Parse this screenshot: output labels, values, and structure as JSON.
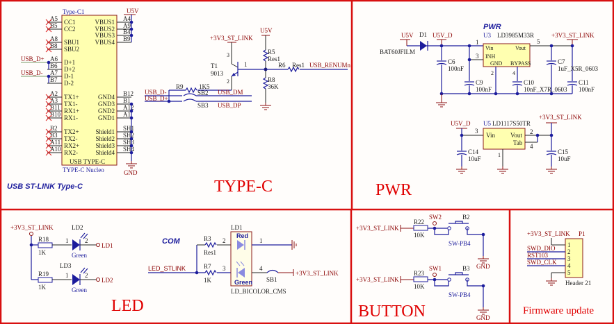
{
  "typec": {
    "designator": "Type-C1",
    "part": "USB TYPE-C",
    "comment": "TYPE-C Nucleo",
    "power": "U5V",
    "ground": "GND",
    "left_pins": [
      [
        "A5",
        "CC1"
      ],
      [
        "B5",
        "CC2"
      ],
      [
        "A8",
        "SBU1"
      ],
      [
        "B8",
        "SBU2"
      ],
      [
        "A6",
        "D+1"
      ],
      [
        "B6",
        "D+2"
      ],
      [
        "A7",
        "D-1"
      ],
      [
        "B7",
        "D-2"
      ],
      [
        "A2",
        "TX1+"
      ],
      [
        "A3",
        "TX1-"
      ],
      [
        "B11",
        "RX1+"
      ],
      [
        "B10",
        "RX1-"
      ],
      [
        "B2",
        "TX2+"
      ],
      [
        "B3",
        "TX2-"
      ],
      [
        "A11",
        "RX2+"
      ],
      [
        "A10",
        "RX2-"
      ]
    ],
    "right_pins": [
      [
        "A4",
        "VBUS1"
      ],
      [
        "A9",
        "VBUS2"
      ],
      [
        "B4",
        "VBUS3"
      ],
      [
        "B9",
        "VBUS4"
      ],
      [
        "B12",
        "GND4"
      ],
      [
        "B1",
        "GND3"
      ],
      [
        "A12",
        "GND2"
      ],
      [
        "A1",
        "GND1"
      ],
      [
        "SH1",
        "Shield1"
      ],
      [
        "SH2",
        "Shield2"
      ],
      [
        "SH3",
        "Shield3"
      ],
      [
        "SH4",
        "Shield4"
      ]
    ],
    "net_dp": "USB_D+",
    "net_dm": "USB_D-",
    "caption": "USB ST-LINK Type-C",
    "title": "TYPE-C"
  },
  "renum": {
    "supply": "+3V3_ST_LINK",
    "u5v": "U5V",
    "t1": "T1",
    "t1_part": "9013",
    "base_pin": "1",
    "collector_pin": "3",
    "emitter_pin": "2",
    "r5": "R5",
    "r5_val": "Res1",
    "r8": "R8",
    "r8_val": "36K",
    "r6": "R6",
    "r6_val": "Res1",
    "net_renum": "USB_RENUMn",
    "r9": "R9",
    "r9_val": "1K5",
    "net_dm": "USB_D-",
    "net_dp": "USB_D+",
    "sb2": "SB2",
    "sb3": "SB3",
    "usb_dm": "USB_DM",
    "usb_dp": "USB_DP"
  },
  "pwr": {
    "heading": "PWR",
    "title": "PWR",
    "u5v": "U5V",
    "d1": "D1",
    "d1_part": "BAT60JFILM",
    "u5v_d": "U5V_D",
    "u3": "U3",
    "u3_part": "LD3985M33R",
    "vin": "Vin",
    "vout": "Vout",
    "inh": "INH",
    "gnd": "GND",
    "bypass": "BYPASS",
    "pin1": "1",
    "pin3": "3",
    "pin5": "5",
    "pin2": "2",
    "pin4": "4",
    "supply": "+3V3_ST_LINK",
    "c6": "C6",
    "c6_val": "100nF",
    "c9": "C9",
    "c9_val": "100nF",
    "c10": "C10",
    "c10_val": "10nF_X7R_0603",
    "c7": "C7",
    "c7_val": "1uF_X5R_0603",
    "c11": "C11",
    "c11_val": "100nF",
    "u5": "U5",
    "u5_part": "LD1117S50TR",
    "tab": "Tab",
    "c14": "C14",
    "c14_val": "10uF",
    "c15": "C15",
    "c15_val": "10uF",
    "u5_pin1": "1",
    "u5_pin2": "2",
    "u5_pin3": "3",
    "u5_pin4": "4"
  },
  "led": {
    "title": "LED",
    "supply": "+3V3_ST_LINK",
    "r18": "R18",
    "r18_val": "1K",
    "r19": "R19",
    "r19_val": "1K",
    "ld2": "LD2",
    "ld3": "LD3",
    "green": "Green",
    "net_ld1": "LD1",
    "net_ld2": "LD2",
    "p1": "1",
    "p2": "2",
    "com": "COM",
    "net_stlink": "LED_STLINK",
    "r3": "R3",
    "r3_val": "Res1",
    "r7": "R7",
    "r7_val": "1K",
    "ld1": "LD1",
    "red": "Red",
    "ld1_part": "LD_BICOLOR_CMS",
    "pin2": "2",
    "pin1": "1",
    "pin3": "3",
    "pin4": "4",
    "sb1": "SB1"
  },
  "button": {
    "title": "BUTTON",
    "supply": "+3V3_ST_LINK",
    "gnd": "GND",
    "part": "SW-PB4",
    "rows": [
      {
        "r": "R22",
        "r_val": "10K",
        "sw": "SW2",
        "b": "B2"
      },
      {
        "r": "R23",
        "r_val": "10K",
        "sw": "SW1",
        "b": "B3"
      }
    ]
  },
  "firmware": {
    "title": "Firmware update",
    "supply": "+3V3_ST_LINK",
    "p1": "P1",
    "part": "Header 21",
    "pins": [
      "1",
      "2",
      "3",
      "4",
      "5"
    ],
    "nets": [
      "SWD_DIO",
      "RST103",
      "SWD_CLK"
    ]
  },
  "colors": {
    "wire": "#1c1c9c",
    "net_label": "#8b0000",
    "section_title": "#e00000",
    "frame": "#d81010",
    "body_fill": "#ffffb0"
  }
}
